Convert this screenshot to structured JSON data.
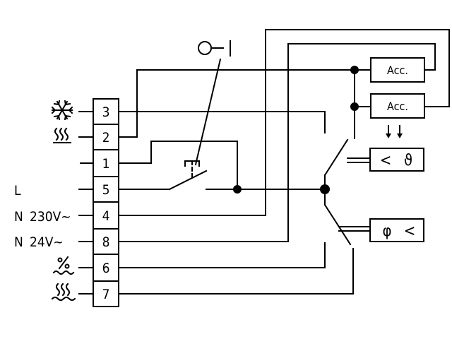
{
  "switch_label": "O–I",
  "terminals": [
    "3",
    "2",
    "1",
    "5",
    "4",
    "8",
    "6",
    "7"
  ],
  "supply_labels": {
    "line": "L",
    "neutral_230_letter": "N",
    "neutral_230_voltage": "230V~",
    "neutral_24_letter": "N",
    "neutral_24_voltage": "24V~"
  },
  "terminal_icons": [
    "snowflake-icon",
    "floor-heating-icon",
    "humidity-icon",
    "water-heating-icon"
  ],
  "accessories": [
    "Acc.",
    "Acc."
  ],
  "temperature_box": {
    "left": "<",
    "right": "ϑ"
  },
  "humidity_box": {
    "left": "φ",
    "right": "<"
  },
  "arrow_indicator": "↓↓"
}
